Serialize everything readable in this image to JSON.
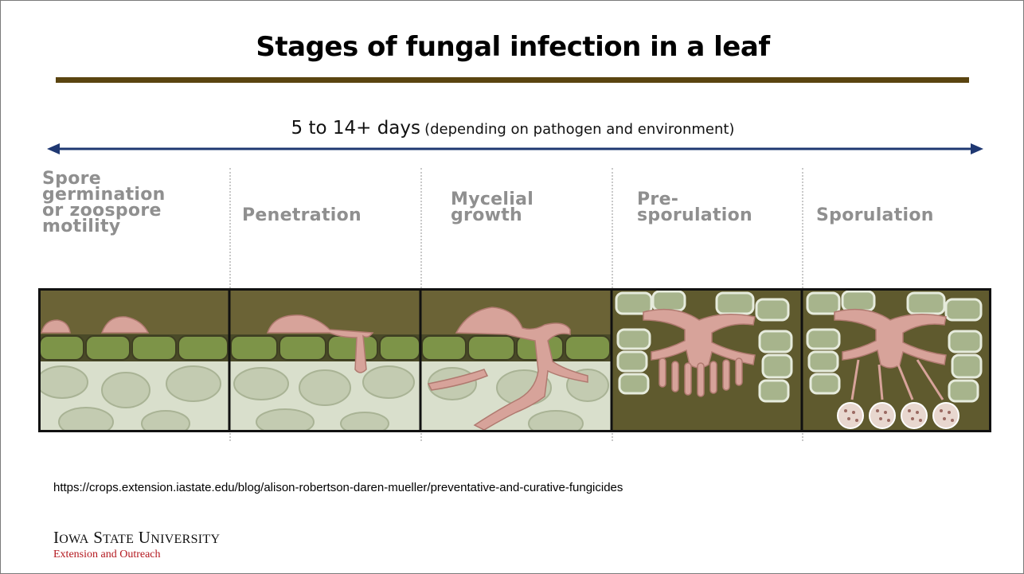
{
  "slide": {
    "title": "Stages of fungal infection in a leaf",
    "timeline": {
      "main_text": "5 to 14+ days",
      "sub_text": "(depending on pathogen and environment)"
    },
    "stages": [
      {
        "label": "Spore\ngermination\nor zoospore\nmotility"
      },
      {
        "label": "Penetration"
      },
      {
        "label": "Mycelial\ngrowth"
      },
      {
        "label": "Pre-\nsporulation"
      },
      {
        "label": "Sporulation"
      }
    ],
    "source_url": "https://crops.extension.iastate.edu/blog/alison-robertson-daren-mueller/preventative-and-curative-fungicides",
    "logo": {
      "name_text": "Iowa State University",
      "sub_text": "Extension and Outreach"
    }
  },
  "colors": {
    "title_rule": "#5a4410",
    "arrow": "#1f3872",
    "leaf_background": "#6b6336",
    "epidermis_cells": "#7d9448",
    "mesophyll_fill": "#d9dfcc",
    "fungus": "#d7a39a",
    "stage_label": "#8f8f8f",
    "logo_sub": "#b3171e"
  }
}
